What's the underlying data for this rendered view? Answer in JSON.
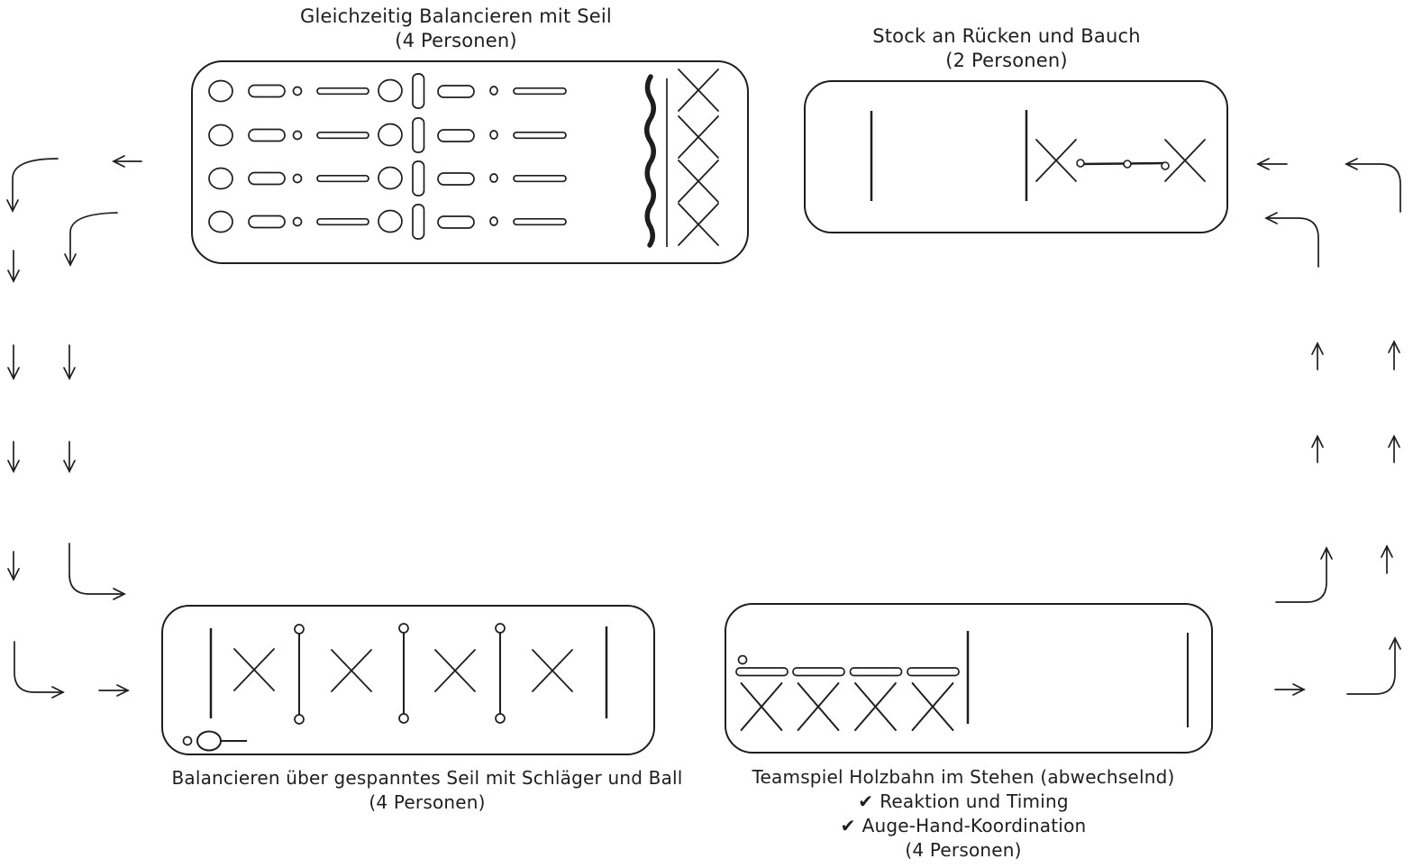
{
  "page": {
    "background": "#ffffff",
    "ink": "#1e1e1e"
  },
  "stations": {
    "top_left": {
      "title": "Gleichzeitig Balancieren mit Seil",
      "people": "(4 Personen)"
    },
    "top_right": {
      "title": "Stock an Rücken und Bauch",
      "people": "(2 Personen)"
    },
    "bottom_left": {
      "title": "Balancieren über gespanntes Seil mit Schläger und Ball",
      "people": "(4 Personen)"
    },
    "bottom_right": {
      "title": "Teamspiel Holzbahn im Stehen (abwechselnd)",
      "bullets": [
        {
          "icon": "✔",
          "text": "Reaktion und Timing"
        },
        {
          "icon": "✔",
          "text": "Auge-Hand-Koordination"
        }
      ],
      "people": "(4 Personen)"
    }
  }
}
